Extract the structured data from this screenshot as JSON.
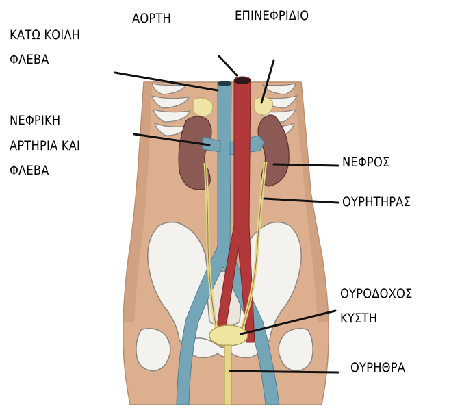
{
  "labels": {
    "aorta": "ΑΟΡΤΗ",
    "adrenal": "ΕΠΙΝΕΦΡΙΔΙΟ",
    "ivc_line1": "ΚΑΤΩ ΚΟΙΛΗ",
    "ivc_line2": "ΦΛΕΒΑ",
    "renal_line1": "ΝΕΦΡΙΚΗ",
    "renal_line2": "ΑΡΤΗΡΙΑ ΚΑΙ",
    "renal_line3": "ΦΛΕΒΑ",
    "kidney": "ΝΕΦΡΟΣ",
    "ureter": "ΟΥΡΗΤΗΡΑΣ",
    "bladder_line1": "ΟΥΡΟΔΟΧΟΣ",
    "bladder_line2": "ΚΥΣΤΗ",
    "urethra": "ΟΥΡΗΘΡΑ"
  },
  "colors": {
    "skin": "#dcb08f",
    "skin_dark": "#c99878",
    "bone": "#f4f2ee",
    "bone_outline": "#8a8580",
    "kidney": "#8b5a55",
    "kidney_dark": "#6e4440",
    "adrenal": "#efe3a6",
    "aorta": "#b1393a",
    "vein": "#74a6b8",
    "ureter": "#e6d68c",
    "bladder": "#eee6a0",
    "leader": "#111111"
  }
}
